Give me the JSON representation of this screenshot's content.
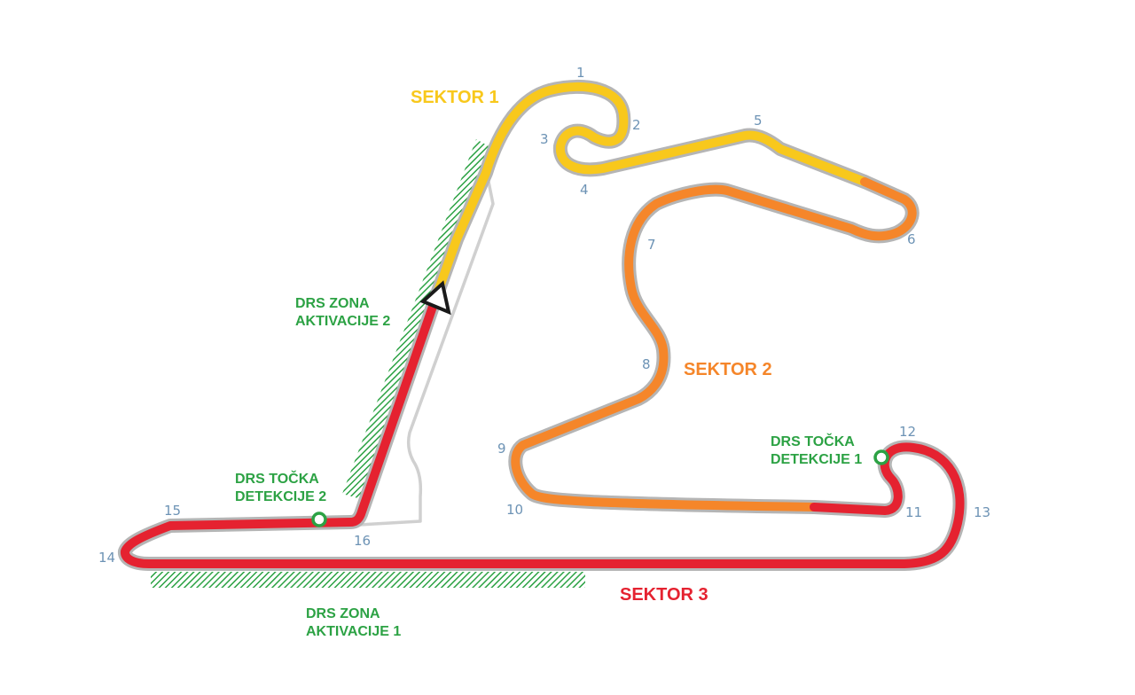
{
  "colors": {
    "sector1": "#f8c81c",
    "sector2": "#f5862a",
    "sector3": "#e52230",
    "drs": "#2ca244",
    "turn_number": "#6d93b5",
    "pitlane": "#d0d0d0",
    "track_outline": "#b5b5b5",
    "start_marker": "#1a1a1a"
  },
  "sectors": {
    "s1": "SEKTOR 1",
    "s2": "SEKTOR 2",
    "s3": "SEKTOR 3"
  },
  "drs": {
    "zone2_line1": "DRS ZONA",
    "zone2_line2": "AKTIVACIJE 2",
    "zone1_line1": "DRS ZONA",
    "zone1_line2": "AKTIVACIJE 1",
    "det2_line1": "DRS TOČKA",
    "det2_line2": "DETEKCIJE 2",
    "det1_line1": "DRS TOČKA",
    "det1_line2": "DETEKCIJE 1"
  },
  "turns": [
    "1",
    "2",
    "3",
    "4",
    "5",
    "6",
    "7",
    "8",
    "9",
    "10",
    "11",
    "12",
    "13",
    "14",
    "15",
    "16"
  ],
  "icons": {
    "start": "start-finish-triangle-icon",
    "detection": "drs-detection-point-icon"
  }
}
